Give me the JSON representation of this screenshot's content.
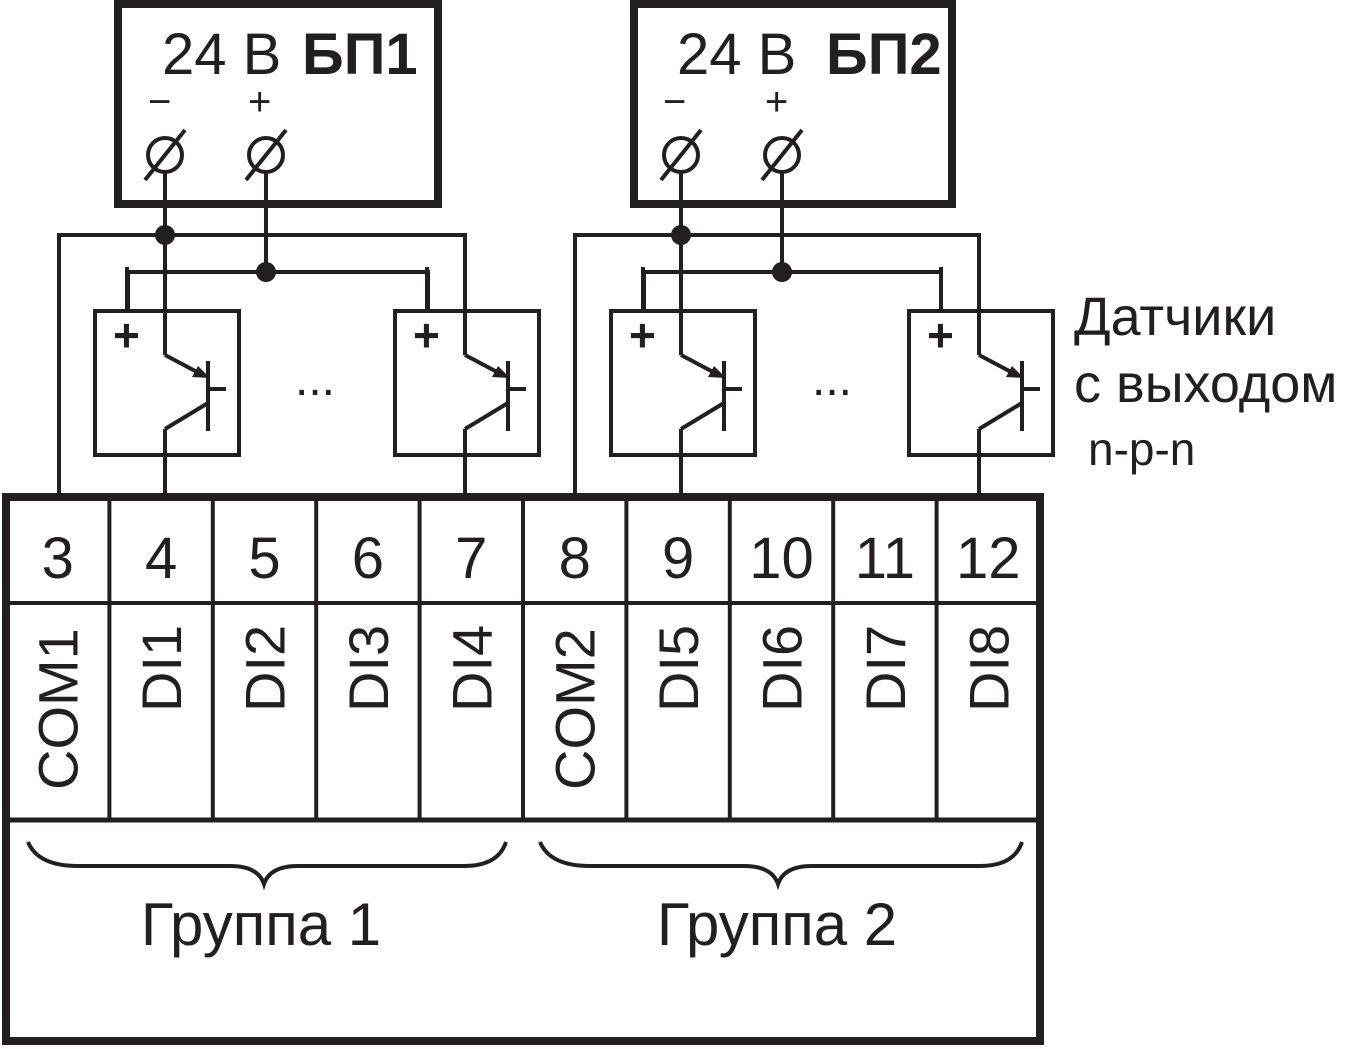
{
  "power_supplies": [
    {
      "voltage": "24 В",
      "name": "БП1",
      "minus": "−",
      "plus": "+"
    },
    {
      "voltage": "24 В",
      "name": "БП2",
      "minus": "−",
      "plus": "+"
    }
  ],
  "sensor": {
    "plus": "+",
    "ellipsis": "..."
  },
  "sensors_label": [
    "Датчики",
    "с выходом",
    "n-p-n"
  ],
  "terminals": [
    {
      "number": "3",
      "label": "COM1"
    },
    {
      "number": "4",
      "label": "DI1"
    },
    {
      "number": "5",
      "label": "DI2"
    },
    {
      "number": "6",
      "label": "DI3"
    },
    {
      "number": "7",
      "label": "DI4"
    },
    {
      "number": "8",
      "label": "COM2"
    },
    {
      "number": "9",
      "label": "DI5"
    },
    {
      "number": "10",
      "label": "DI6"
    },
    {
      "number": "11",
      "label": "DI7"
    },
    {
      "number": "12",
      "label": "DI8"
    }
  ],
  "groups": [
    "Группа 1",
    "Группа 2"
  ],
  "colors": {
    "line": "#231f20",
    "background": "#ffffff"
  }
}
